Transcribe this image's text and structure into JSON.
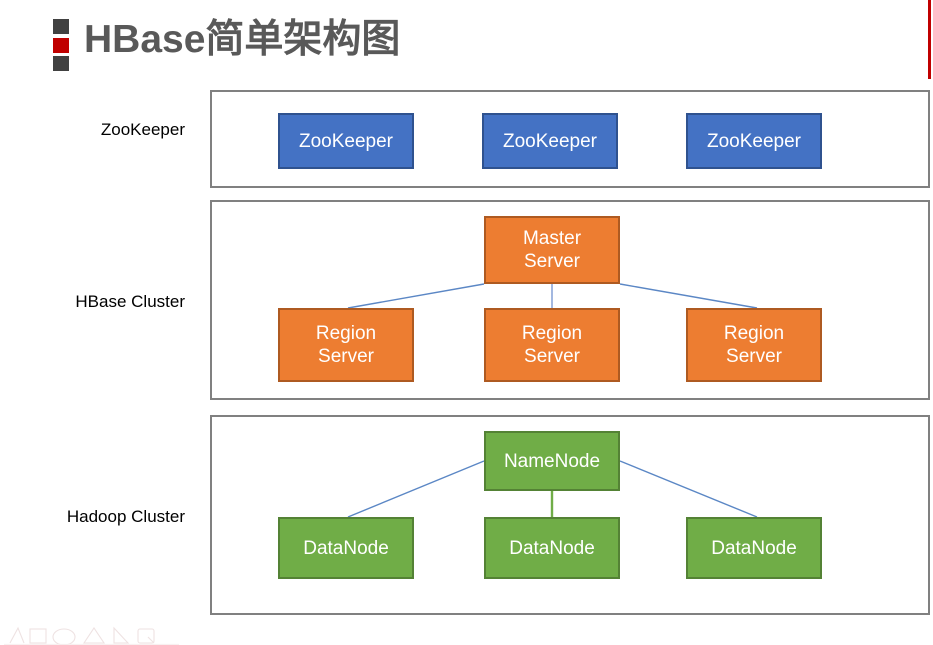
{
  "slide": {
    "title": "HBase简单架构图",
    "accent_color": "#C00000",
    "title_color": "#595959",
    "background": "#ffffff",
    "border_color": "#808080"
  },
  "title_mark": {
    "top_color": "#414141",
    "middle_color": "#C00000",
    "bottom_color": "#414141"
  },
  "rows": [
    {
      "label": "ZooKeeper",
      "fill": "#4472C4",
      "stroke": "#2F528F",
      "nodes": [
        {
          "label": "ZooKeeper"
        },
        {
          "label": "ZooKeeper"
        },
        {
          "label": "ZooKeeper"
        }
      ]
    },
    {
      "label": "HBase Cluster",
      "fill": "#ED7D31",
      "stroke": "#AE5A21",
      "master": {
        "line1": "Master",
        "line2": "Server"
      },
      "nodes": [
        {
          "line1": "Region",
          "line2": "Server"
        },
        {
          "line1": "Region",
          "line2": "Server"
        },
        {
          "line1": "Region",
          "line2": "Server"
        }
      ]
    },
    {
      "label": "Hadoop Cluster",
      "fill": "#70AD47",
      "stroke": "#548235",
      "master": {
        "line1": "NameNode",
        "line2": ""
      },
      "nodes": [
        {
          "label": "DataNode"
        },
        {
          "label": "DataNode"
        },
        {
          "label": "DataNode"
        }
      ]
    }
  ],
  "connectors": {
    "diagonal_color": "#5B87C5",
    "hbase_vertical_color": "#A3B8E0",
    "hadoop_vertical_color": "#70AD47"
  }
}
